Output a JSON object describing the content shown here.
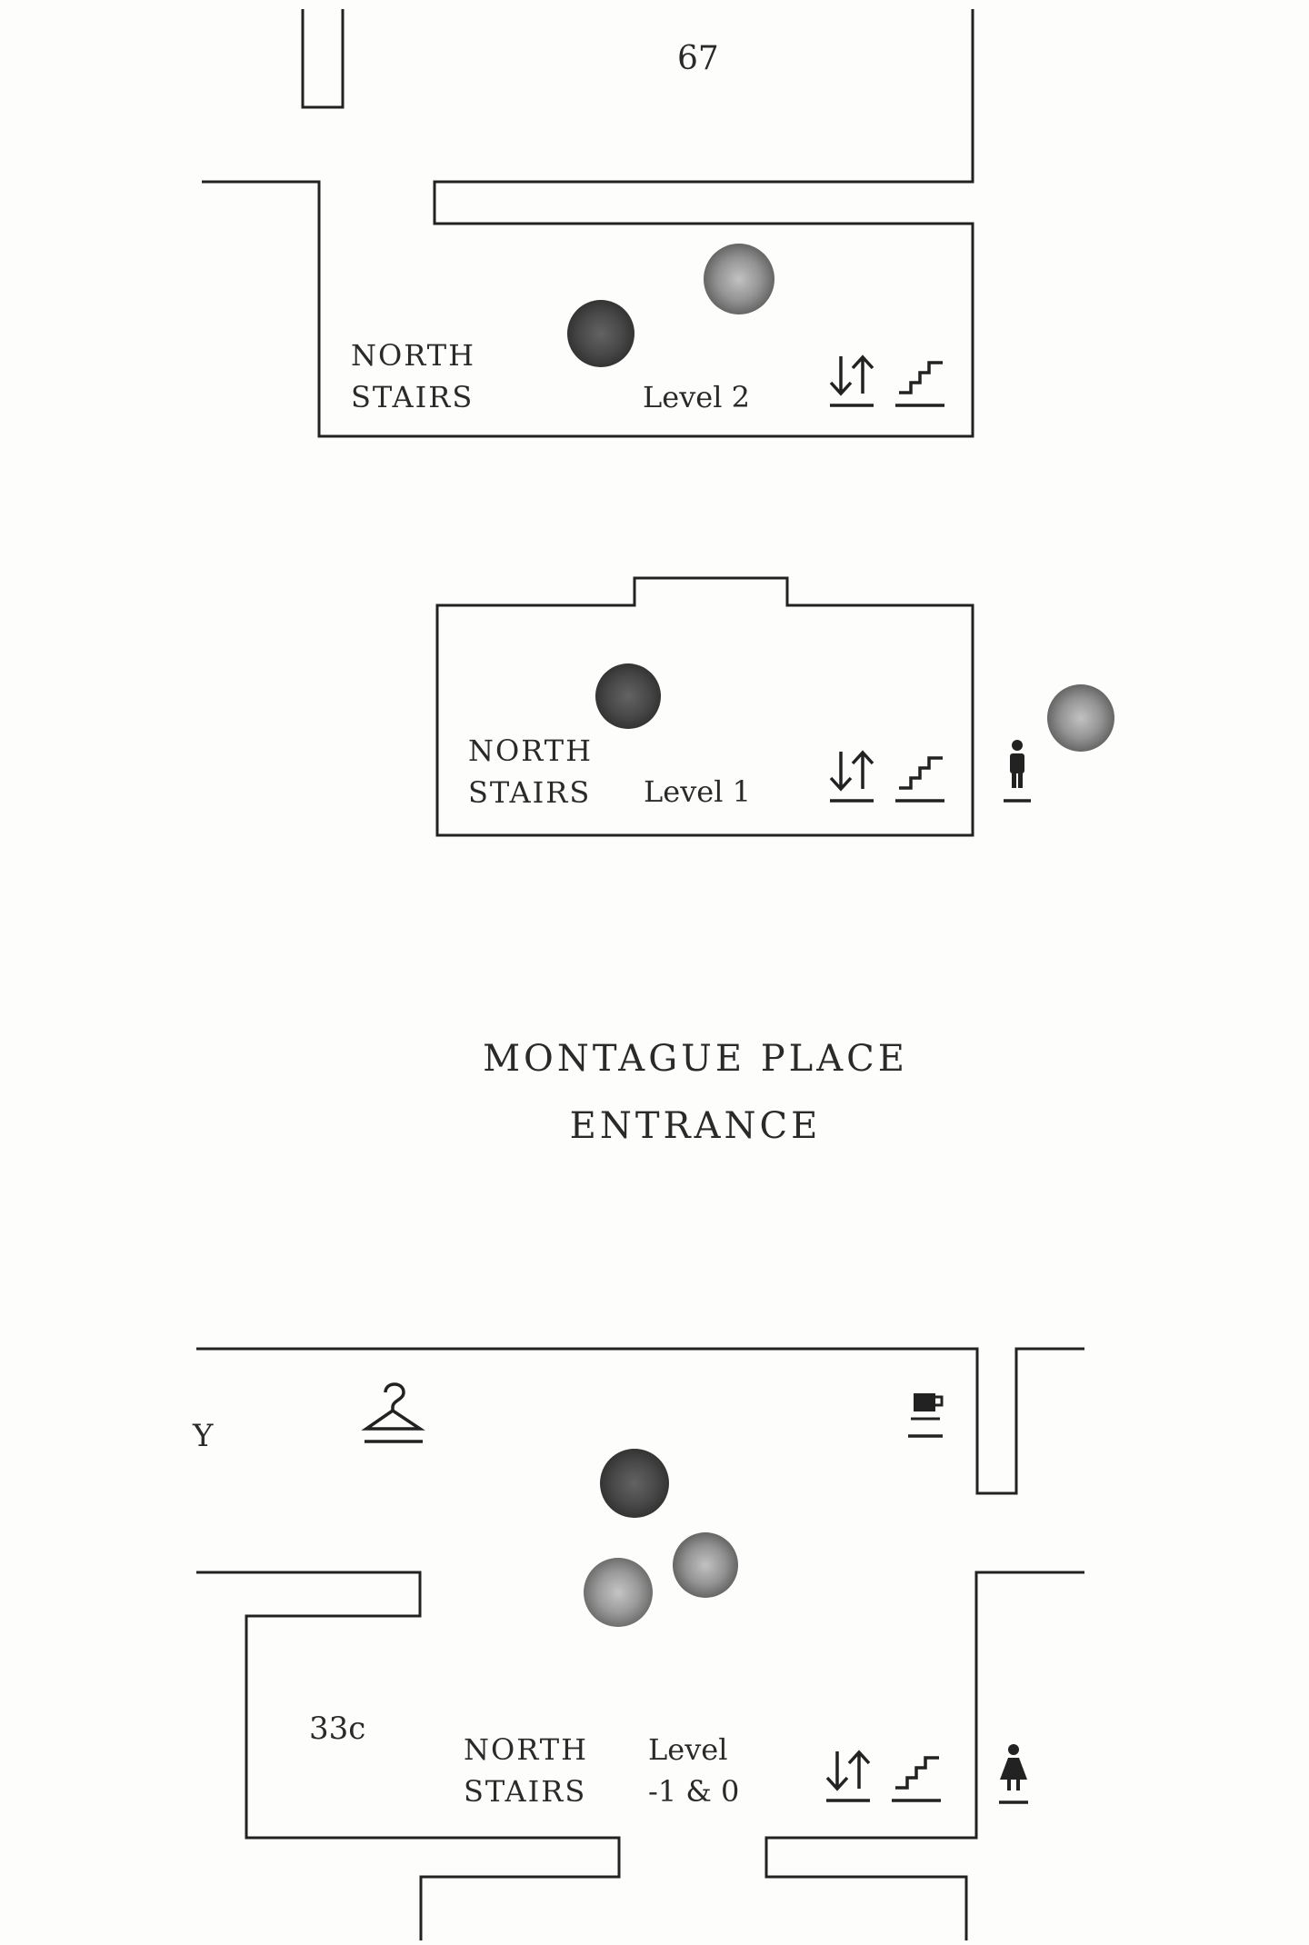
{
  "rooms": {
    "room_67": "67",
    "room_33c": "33c",
    "partial_left_label": "Y"
  },
  "stairs": {
    "level2": {
      "name_line1": "NORTH",
      "name_line2": "STAIRS",
      "level_line1": "Level 2"
    },
    "level1": {
      "name_line1": "NORTH",
      "name_line2": "STAIRS",
      "level_line1": "Level 1"
    },
    "level_minus1_0": {
      "name_line1": "NORTH",
      "name_line2": "STAIRS",
      "level_line1": "Level",
      "level_line2": "-1 & 0"
    }
  },
  "entrance": {
    "line1": "MONTAGUE PLACE",
    "line2": "ENTRANCE"
  },
  "icons": [
    "lift-icon",
    "stairs-icon",
    "mens-toilet-icon",
    "womens-toilet-icon",
    "cloakroom-icon",
    "cafe-icon",
    "ink-stamp-mark"
  ],
  "colors": {
    "ink": "#222222",
    "paper": "#fdfdfb",
    "stamp": "#3a3a3a"
  }
}
